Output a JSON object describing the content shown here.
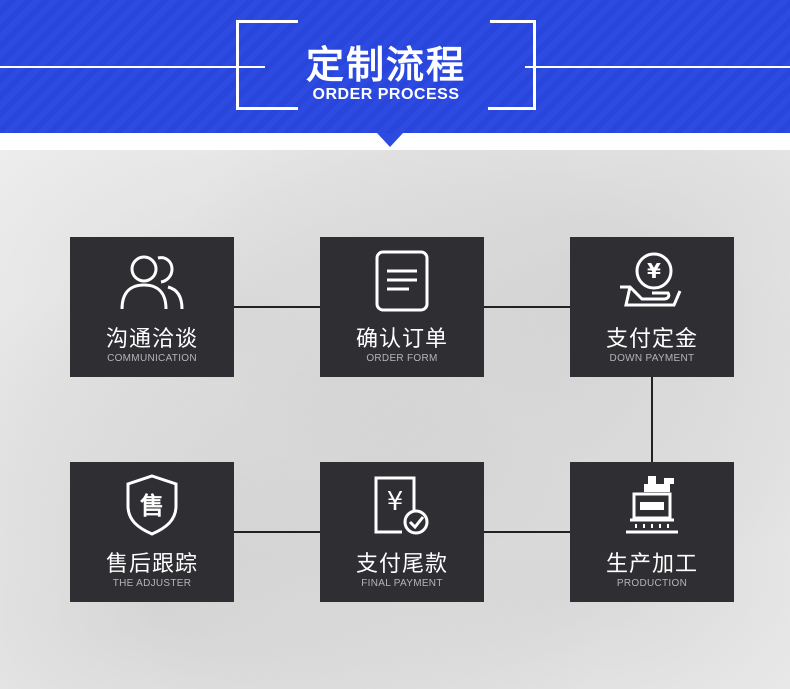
{
  "header": {
    "title_cn": "定制流程",
    "title_en": "ORDER PROCESS",
    "color": "#2d4be0"
  },
  "steps": [
    {
      "cn": "沟通洽谈",
      "en": "COMMUNICATION",
      "icon": "people-icon"
    },
    {
      "cn": "确认订单",
      "en": "ORDER FORM",
      "icon": "document-icon"
    },
    {
      "cn": "支付定金",
      "en": "DOWN PAYMENT",
      "icon": "yen-coin-hand-icon"
    },
    {
      "cn": "生产加工",
      "en": "PRODUCTION",
      "icon": "machine-icon"
    },
    {
      "cn": "支付尾款",
      "en": "FINAL PAYMENT",
      "icon": "yen-receipt-check-icon"
    },
    {
      "cn": "售后跟踪",
      "en": "THE ADJUSTER",
      "icon": "shield-icon"
    }
  ],
  "shield_glyph": "售",
  "yen_glyph": "¥"
}
